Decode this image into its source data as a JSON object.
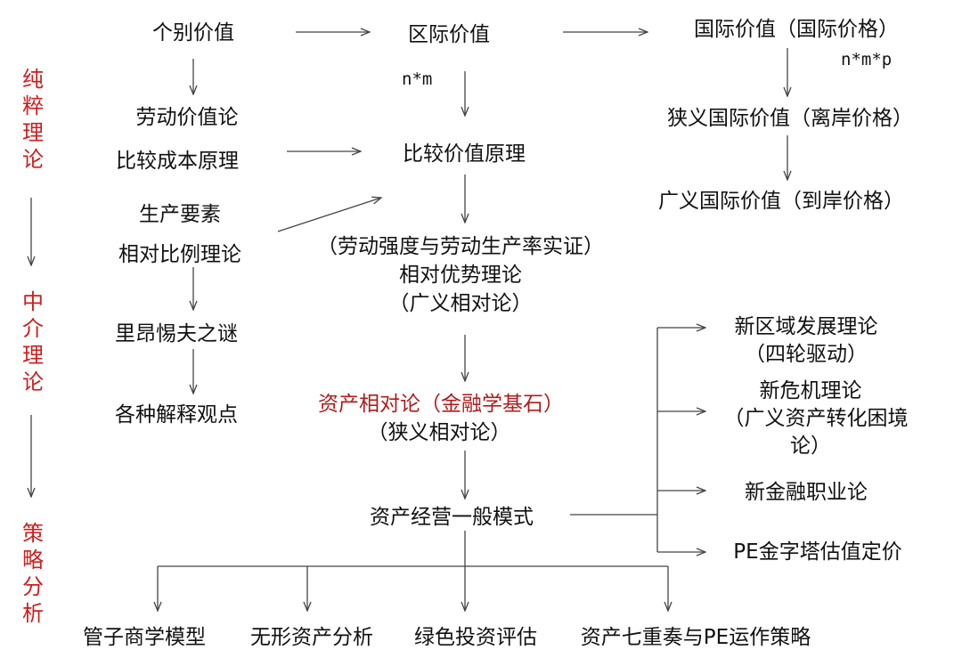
{
  "colors": {
    "line": "#444444",
    "accent": "#b01c1c",
    "side": "#cc1f1f"
  },
  "side_labels": {
    "pure": "纯粹理论",
    "middle": "中介理论",
    "strategy": "策略分析"
  },
  "col1": {
    "individual_value": "个别价值",
    "labor_theory": "劳动价值论",
    "comparative_cost": "比较成本原理",
    "factors_line1": "生产要素",
    "factors_line2": "相对比例理论",
    "leontief": "里昂惕夫之谜",
    "explanations": "各种解释观点"
  },
  "col2": {
    "regional_value": "区际价值",
    "nm": "n*m",
    "comparative_value": "比较价值原理",
    "relative_line1": "（劳动强度与劳动生产率实证）",
    "relative_line2": "相对优势理论",
    "relative_line3": "（广义相对论）",
    "asset_relativity": "资产相对论（金融学基石）",
    "narrow_relativity": "（狭义相对论）",
    "asset_mode": "资产经营一般模式"
  },
  "col3": {
    "intl_value": "国际价值（国际价格）",
    "nmp": "n*m*p",
    "narrow_intl": "狭义国际价值（离岸价格）",
    "broad_intl": "广义国际价值（到岸价格）"
  },
  "right": {
    "regional_line1": "新区域发展理论",
    "regional_line2": "（四轮驱动）",
    "crisis_line1": "新危机理论",
    "crisis_line2": "（广义资产转化困境",
    "crisis_line3": "论）",
    "finance_career": "新金融职业论",
    "pe_pricing": "PE金字塔估值定价"
  },
  "bottom": {
    "guanzi": "管子商学模型",
    "intangible": "无形资产分析",
    "green": "绿色投资评估",
    "seven": "资产七重奏与PE运作策略"
  }
}
